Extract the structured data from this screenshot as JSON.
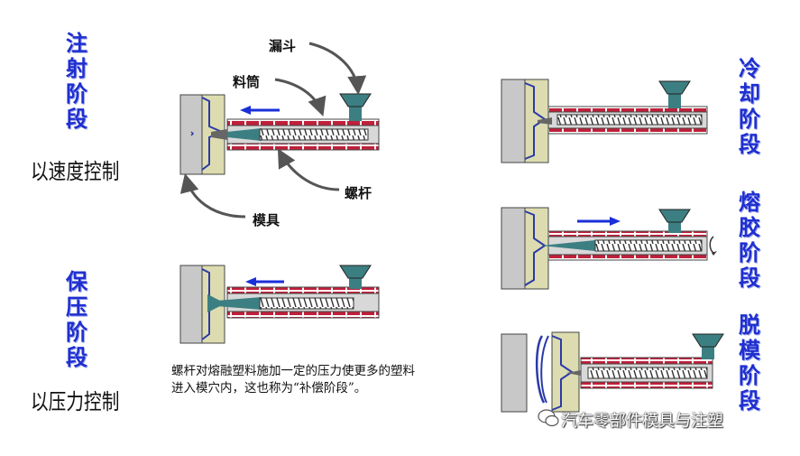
{
  "stages": {
    "injection": {
      "chars": [
        "注",
        "射",
        "阶",
        "段"
      ],
      "control": "以速度控制"
    },
    "holding": {
      "chars": [
        "保",
        "压",
        "阶",
        "段"
      ],
      "control": "以压力控制"
    },
    "cooling": {
      "chars": [
        "冷",
        "却",
        "阶",
        "段"
      ]
    },
    "plasticizing": {
      "chars": [
        "熔",
        "胶",
        "阶",
        "段"
      ]
    },
    "ejection": {
      "chars": [
        "脱",
        "模",
        "阶",
        "段"
      ]
    }
  },
  "callouts": {
    "hopper": "漏斗",
    "barrel": "料筒",
    "screw": "螺杆",
    "mold": "模具"
  },
  "note": "螺杆对熔融塑料施加一定的压力使更多的塑料进入模穴内，这也称为“补偿阶段”。",
  "watermark": "汽车零部件模具与注塑",
  "colors": {
    "label_blue": "#1f2fd0",
    "arrow_blue": "#1a2fd8",
    "brick_red": "#c0203a",
    "melt_teal": "#3c7f82",
    "mold_gray": "#c8c8c8",
    "mold_khaki": "#dcdcb0"
  }
}
